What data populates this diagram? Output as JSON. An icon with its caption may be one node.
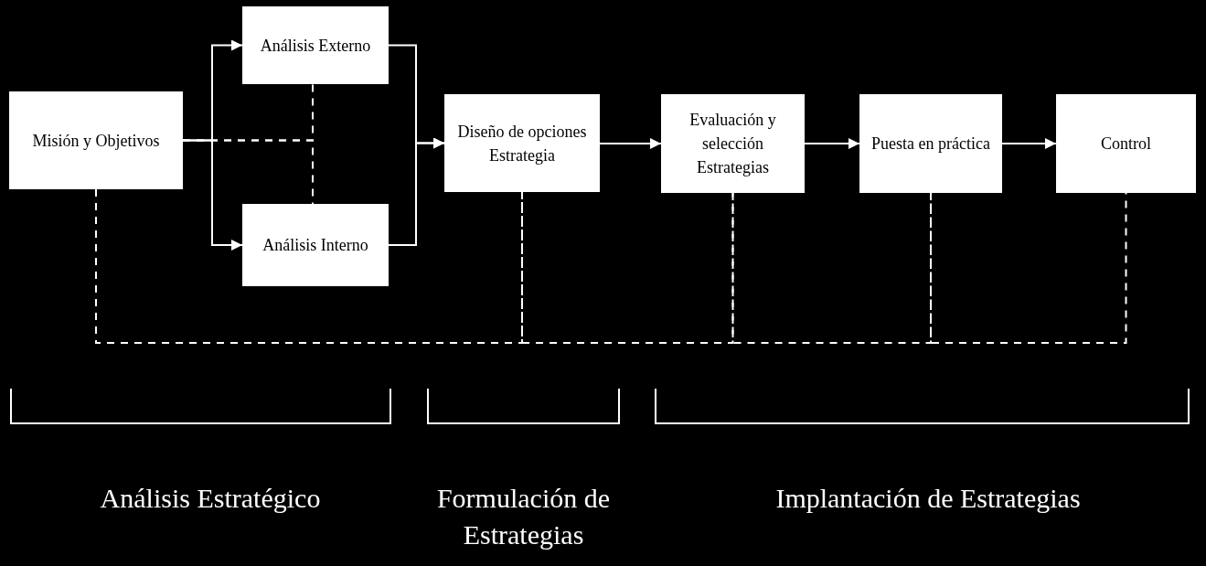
{
  "diagram": {
    "nodes": [
      {
        "text": [
          "Misión y Objetivos"
        ]
      },
      {
        "text": [
          "Análisis Externo"
        ]
      },
      {
        "text": [
          "Análisis Interno"
        ]
      },
      {
        "text": [
          "Diseño de opciones Estrategia"
        ]
      },
      {
        "text": [
          "Evaluación y selección Estrategias"
        ]
      },
      {
        "text": [
          "Puesta en práctica"
        ]
      },
      {
        "text": [
          "Control"
        ]
      }
    ],
    "edges": [
      {
        "from": 0,
        "to": 1,
        "arrow": "to"
      },
      {
        "from": 0,
        "to": 2,
        "arrow": "to"
      },
      {
        "from": 1,
        "to": 3,
        "arrow": "to"
      },
      {
        "from": 2,
        "to": 3,
        "arrow": "to"
      },
      {
        "from": 3,
        "to": 4,
        "arrow": "to"
      },
      {
        "from": 4,
        "to": 5,
        "arrow": "to"
      },
      {
        "from": 5,
        "to": 6,
        "arrow": "to"
      },
      {
        "from": 0,
        "to": 1,
        "arrow": "none",
        "style": "dashed"
      },
      {
        "from": 0,
        "to": 2,
        "arrow": "none",
        "style": "dashed"
      },
      {
        "from": 0,
        "to": 3,
        "arrow": "none",
        "style": "dashed"
      },
      {
        "from": 3,
        "to": 4,
        "arrow": "none",
        "style": "dashed"
      },
      {
        "from": 4,
        "to": 5,
        "arrow": "none",
        "style": "dashed"
      },
      {
        "from": 5,
        "to": 6,
        "arrow": "none",
        "style": "dashed"
      }
    ],
    "labels": [
      "Análisis Estratégico",
      "Formulación de Estrategias",
      "Implantación de Estrategias"
    ]
  }
}
